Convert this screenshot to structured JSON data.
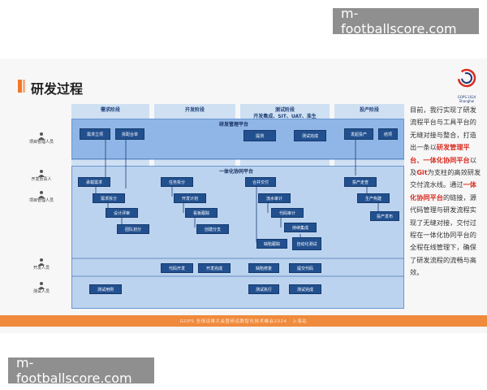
{
  "watermark_top": "m-footballscore.com",
  "watermark_bottom": "m-footballscore.com",
  "slide": {
    "title": "研发过程",
    "logo_text": "GOPS 2024",
    "logo_sub": "Shanghai",
    "footer": "GOPS 全球运维大会暨研运数智化技术峰会2024 · 上海站"
  },
  "lanes": [
    {
      "label": "项目管理人员"
    },
    {
      "label": "开发负责人"
    },
    {
      "label": "项目管理人员"
    },
    {
      "label": "开发人员"
    },
    {
      "label": "测试人员"
    }
  ],
  "stages": [
    {
      "title": "需求阶段"
    },
    {
      "title": "开发阶段"
    },
    {
      "title": "测试阶段"
    },
    {
      "title": "开发集成、SIT、UAT、准生"
    },
    {
      "title": "投产阶段"
    }
  ],
  "platforms": {
    "top": "研发管理平台",
    "bottom": "一体化协同平台"
  },
  "boxes": {
    "req_create": "需求立项",
    "split_plan": "拆配合单",
    "test_submit": "提测",
    "test_done": "测试完成",
    "release_submit": "发起投产",
    "close": "结项",
    "req_receive": "承载需求",
    "req_split": "需求拆分",
    "design_review": "设计评审",
    "team_split": "团队划分",
    "task_split": "任务拆分",
    "dev_plan": "开发计划",
    "kanban": "看板跟踪",
    "branch": "创建分支",
    "merge": "合并交付",
    "pipeline_audit": "流水审计",
    "code_audit": "代码审计",
    "continuous_integration": "持续集成",
    "defect_track": "缺陷跟踪",
    "auto_test": "自动化测试",
    "release_go": "投产走查",
    "prod_build": "生产构建",
    "deploy": "投产发布",
    "code_dev": "代码开发",
    "dev_done": "开发完成",
    "defect_fix": "缺陷修复",
    "submit_code": "提交代码",
    "test_case": "测试用例",
    "test_exec": "测试执行",
    "test_done2": "测试完成"
  },
  "description": {
    "p1": "目前，我行实现了研发流程平台与工具平台的无缝对接与整合，打造出一条以",
    "hl1": "研发管理平台、一体化协同平台",
    "p2": "以及",
    "hl2": "Git",
    "p3": "为支柱的高效研发交付流水线。通过",
    "hl3": "一体化协同平台",
    "p4": "的链接，源代码管理与研发流程实现了无缝对接，交付过程在一体化协同平台的全程在线管理下，确保了研发流程的流畅与高效。"
  },
  "colors": {
    "accent": "#f08a3c",
    "box": "#22508f",
    "highlight": "#d92d20"
  }
}
